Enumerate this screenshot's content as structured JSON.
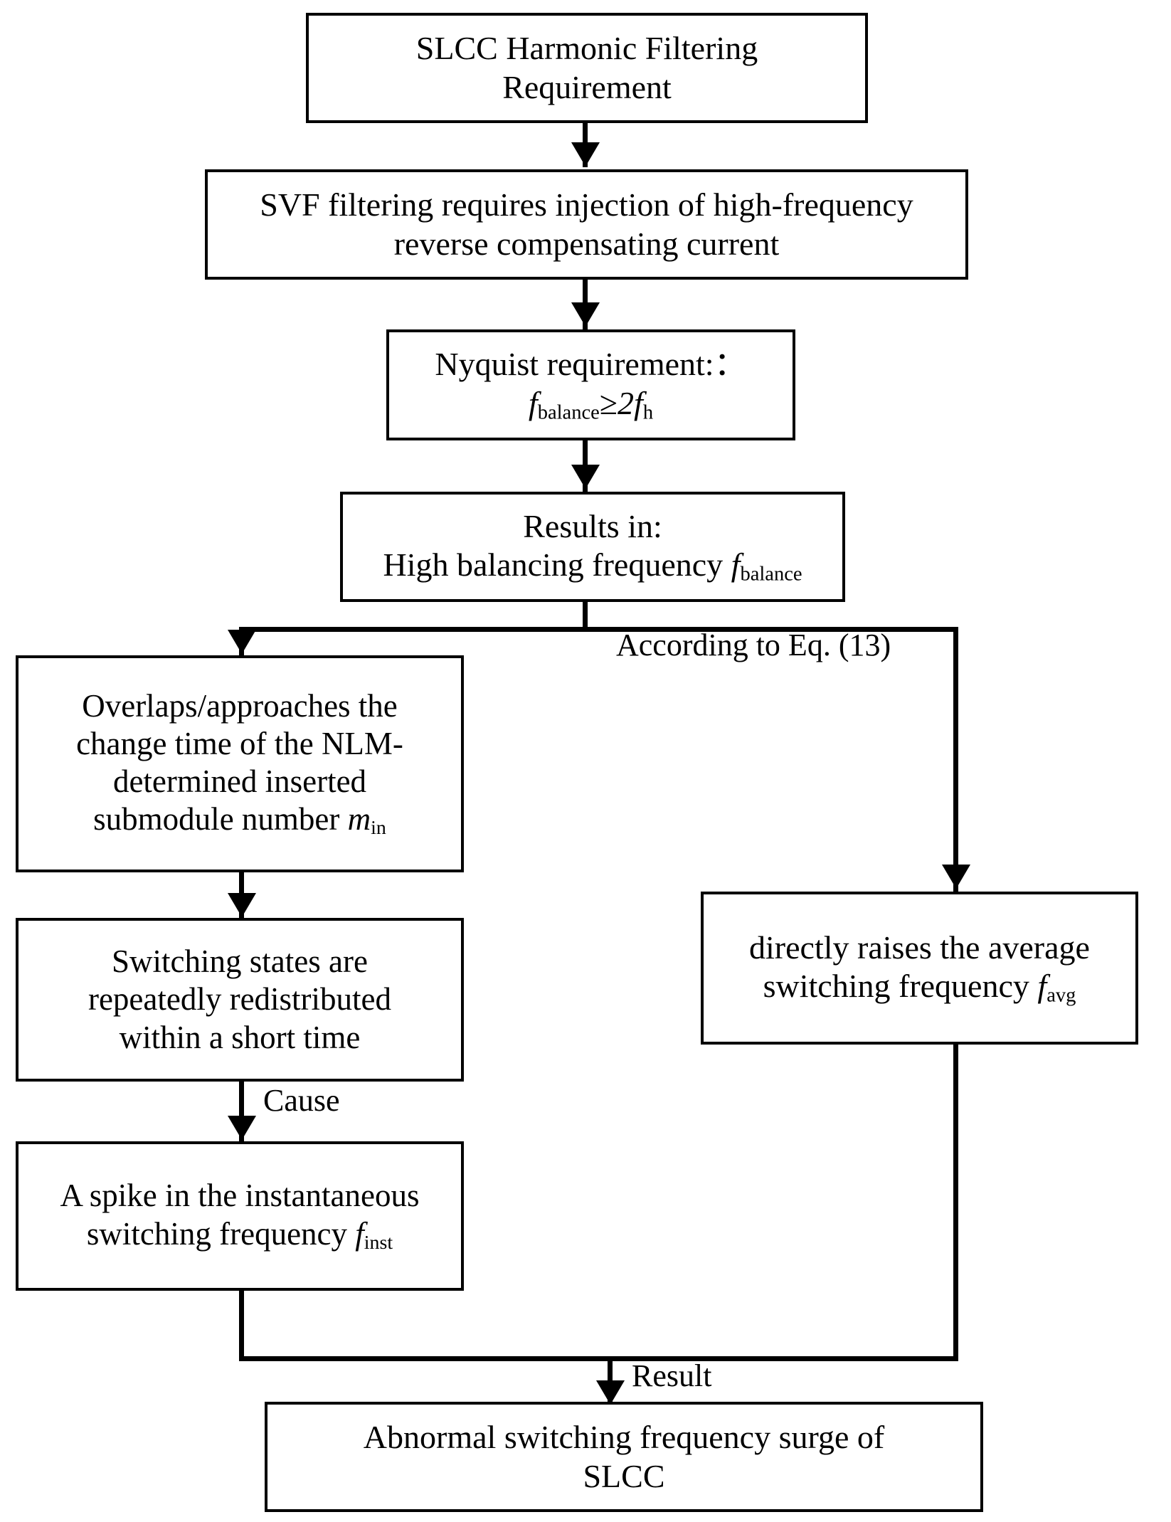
{
  "diagram": {
    "type": "flowchart",
    "title": "SLCC harmonic filtering causal chain leading to abnormal switching frequency surge",
    "nodes": [
      {
        "id": "n1",
        "name": "slcc-harmonic-filtering-requirement",
        "lines": [
          "SLCC Harmonic Filtering",
          "Requirement"
        ]
      },
      {
        "id": "n2",
        "name": "svf-filtering-injection",
        "lines": [
          "SVF filtering requires injection of high-frequency",
          "reverse compensating current"
        ]
      },
      {
        "id": "n3",
        "name": "nyquist-requirement",
        "lines": [
          "Nyquist requirement:：",
          "f_balance ≥ 2f_h"
        ],
        "line1": "Nyquist requirement:：",
        "formula": {
          "lhs_symbol": "f",
          "lhs_sub": "balance",
          "relation": "≥",
          "rhs_coefficient": "2",
          "rhs_symbol": "f",
          "rhs_sub": "h"
        }
      },
      {
        "id": "n4",
        "name": "high-balancing-frequency",
        "line1": "Results in:",
        "line2_prefix": "High balancing frequency ",
        "line2_symbol": "f",
        "line2_sub": "balance"
      },
      {
        "id": "n5",
        "name": "overlaps-nlm-change-time",
        "line1": "Overlaps/approaches the",
        "line2": "change time of the NLM-",
        "line3": "determined inserted",
        "line4_prefix": "submodule number ",
        "line4_symbol": "m",
        "line4_sub": "in"
      },
      {
        "id": "n6",
        "name": "switching-states-redistributed",
        "lines": [
          "Switching states are",
          "repeatedly redistributed",
          "within a short time"
        ]
      },
      {
        "id": "n7",
        "name": "instantaneous-frequency-spike",
        "line1": "A spike in the instantaneous",
        "line2_prefix": "switching frequency ",
        "line2_symbol": "f",
        "line2_sub": "inst"
      },
      {
        "id": "n8",
        "name": "raises-average-switching-frequency",
        "line1": "directly raises the average",
        "line2_prefix": "switching frequency ",
        "line2_symbol": "f",
        "line2_sub": "avg"
      },
      {
        "id": "n9",
        "name": "abnormal-switching-frequency-surge",
        "lines": [
          "Abnormal switching frequency surge of",
          "SLCC"
        ]
      }
    ],
    "edge_labels": [
      {
        "id": "e1",
        "name": "according-to-eq-13",
        "text": "According to Eq. (13)"
      },
      {
        "id": "e2",
        "name": "cause-label",
        "text": "Cause"
      },
      {
        "id": "e3",
        "name": "result-label",
        "text": "Result"
      }
    ],
    "colors": {
      "stroke": "#000000",
      "fill": "#ffffff",
      "text": "#000000"
    }
  }
}
